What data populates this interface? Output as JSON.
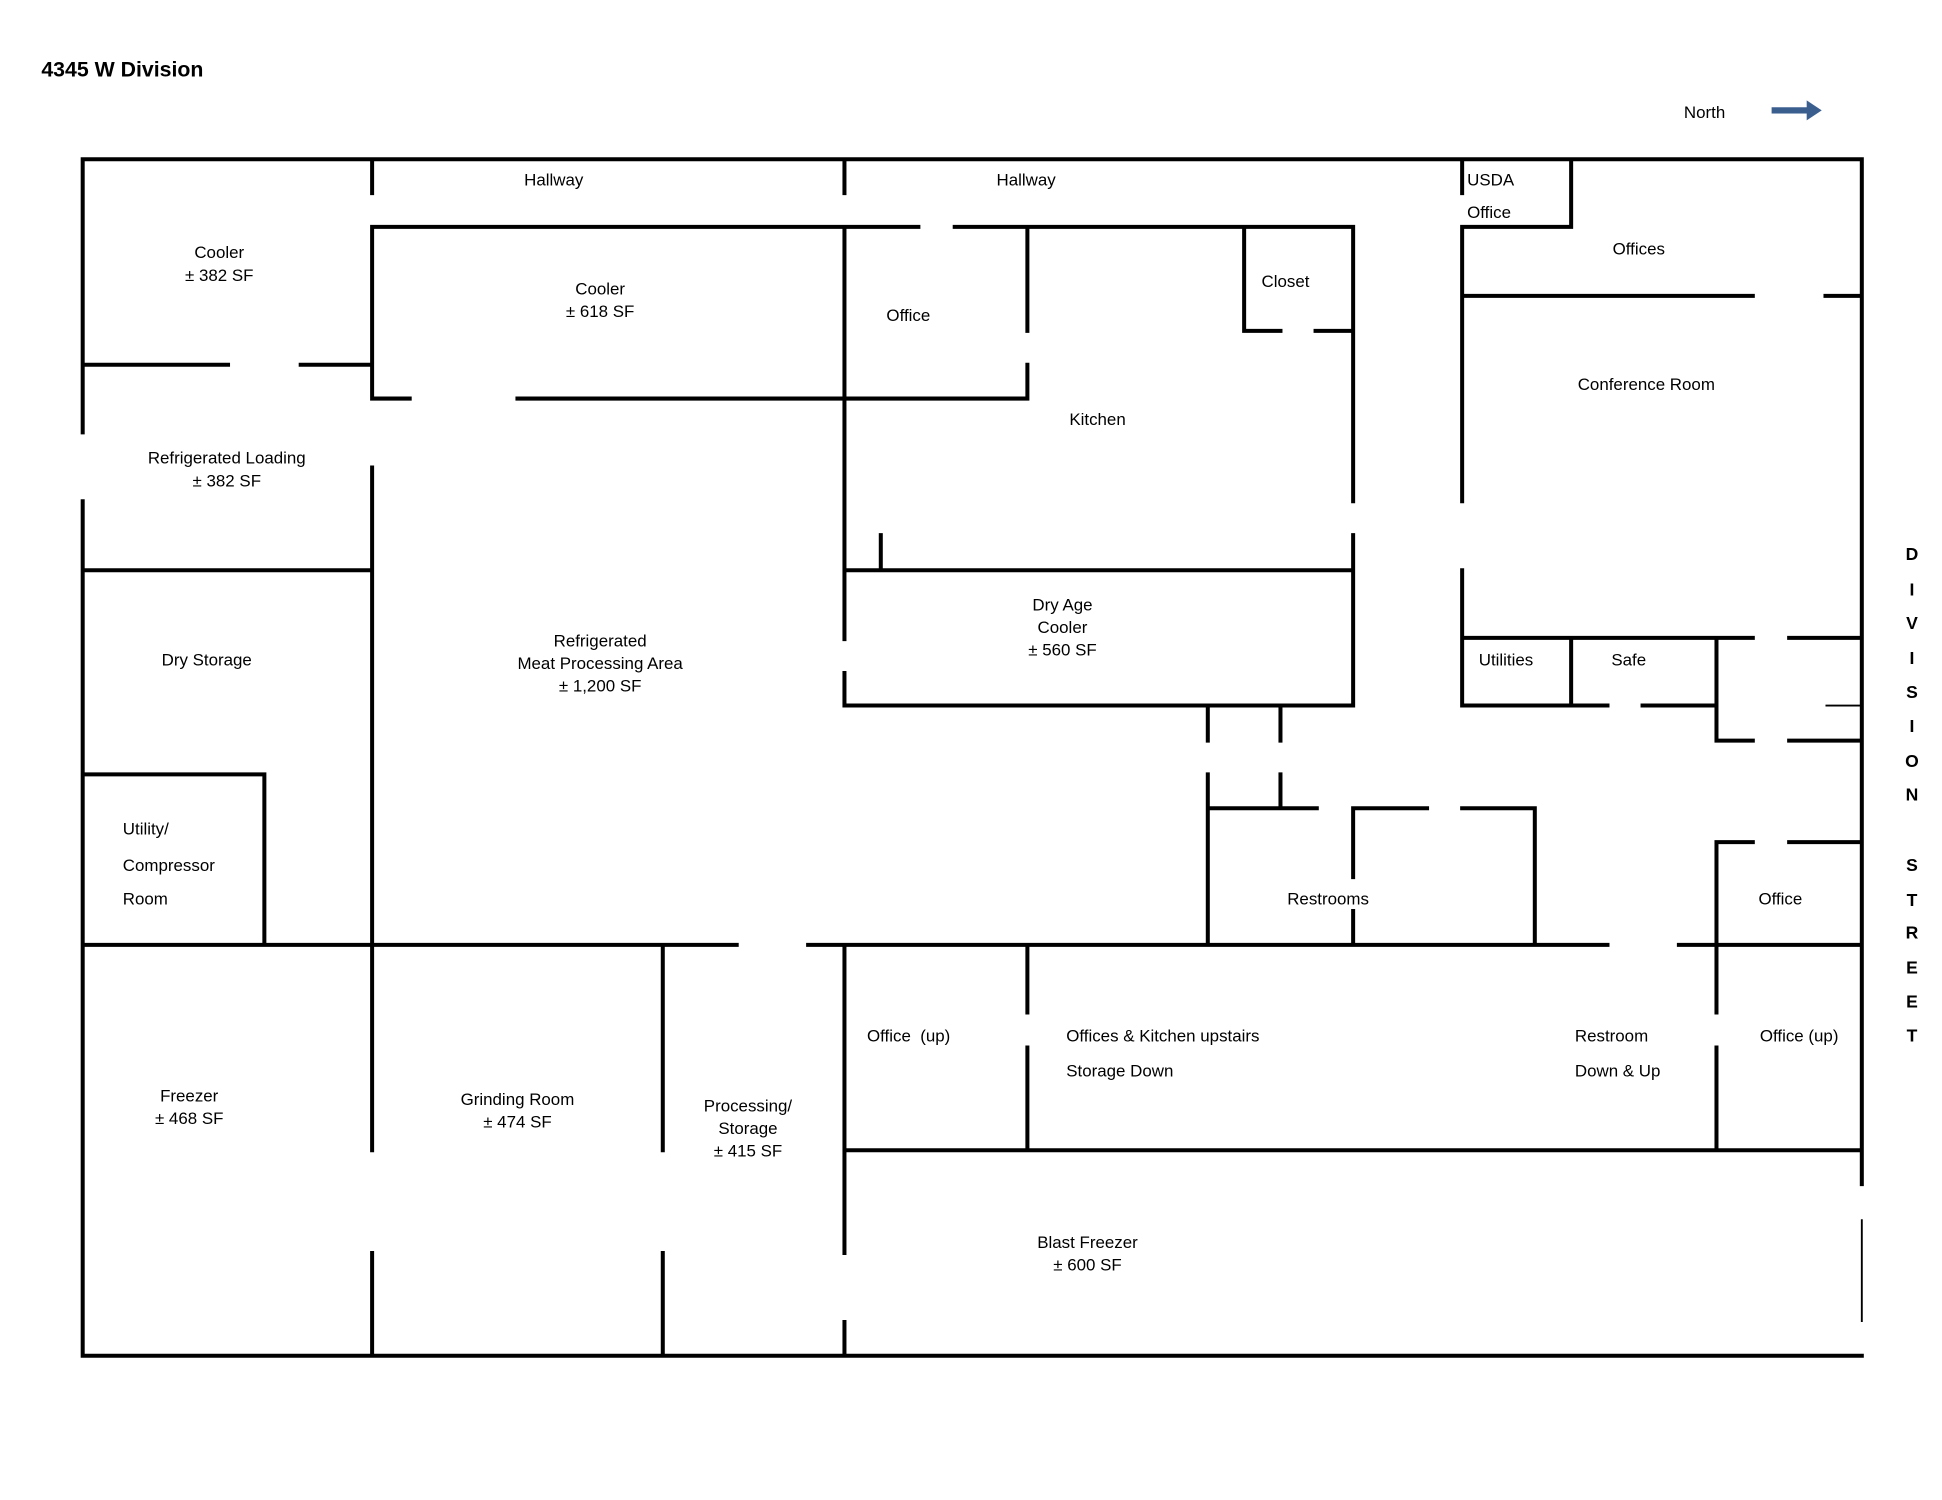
{
  "title": "4345 W Division",
  "compass": {
    "label": "North",
    "icon": "arrow-right-icon",
    "color": "#3a5f8f"
  },
  "street": {
    "letters": [
      "D",
      "I",
      "V",
      "I",
      "S",
      "I",
      "O",
      "N",
      "S",
      "T",
      "R",
      "E",
      "E",
      "T"
    ]
  },
  "rooms": {
    "hallway_1": "Hallway",
    "hallway_2": "Hallway",
    "usda_1": "USDA",
    "usda_2": "Office",
    "offices": "Offices",
    "cooler_382_name": "Cooler",
    "cooler_382_area": "± 382 SF",
    "cooler_618_name": "Cooler",
    "cooler_618_area": "± 618 SF",
    "office_top": "Office",
    "closet": "Closet",
    "kitchen": "Kitchen",
    "conference": "Conference Room",
    "loading_name": "Refrigerated Loading",
    "loading_area": "± 382 SF",
    "dry_storage": "Dry Storage",
    "meat_1": "Refrigerated",
    "meat_2": "Meat Processing Area",
    "meat_area": "± 1,200 SF",
    "dryage_1": "Dry Age",
    "dryage_2": "Cooler",
    "dryage_area": "± 560 SF",
    "utilities": "Utilities",
    "safe": "Safe",
    "utility_1": "Utility/",
    "utility_2": "Compressor",
    "utility_3": "Room",
    "restrooms": "Restrooms",
    "office_right": "Office",
    "freezer_name": "Freezer",
    "freezer_area": "± 468 SF",
    "grinding_name": "Grinding Room",
    "grinding_area": "± 474 SF",
    "processing_1": "Processing/",
    "processing_2": "Storage",
    "processing_area": "± 415 SF",
    "office_up_left": "Office  (up)",
    "offices_kitchen_1": "Offices & Kitchen upstairs",
    "offices_kitchen_2": "Storage Down",
    "restroom_1": "Restroom",
    "restroom_2": "Down & Up",
    "office_up_right": "Office (up)",
    "blast_name": "Blast Freezer",
    "blast_area": "± 600 SF"
  }
}
